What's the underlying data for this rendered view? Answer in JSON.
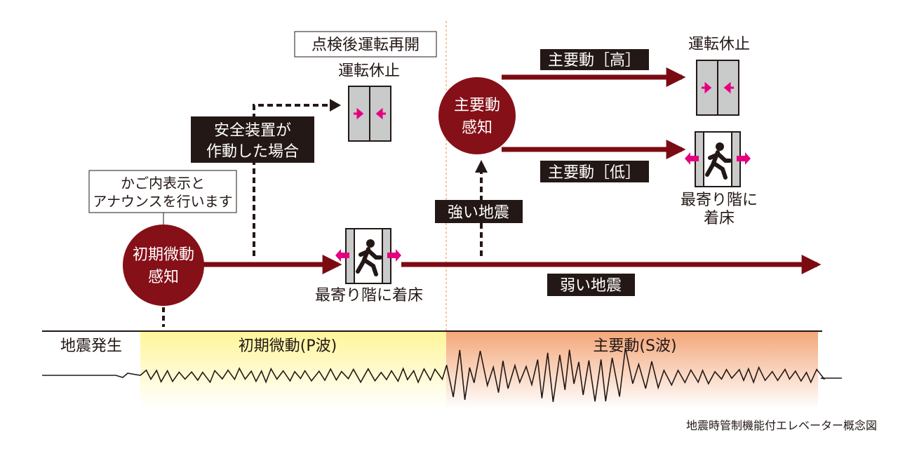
{
  "colors": {
    "arrow": "#7b0b12",
    "circle": "#861018",
    "pink": "#e4007f",
    "label_bg": "#231815",
    "p_wave": "#fff59a",
    "s_wave": "#f3a77a",
    "guide": "#f0a060"
  },
  "timeline": {
    "start": "地震発生",
    "p_wave": "初期微動(P波)",
    "s_wave": "主要動(S波)"
  },
  "caption": "地震時管制機能付エレベーター概念図",
  "p_detect": {
    "line1": "初期微動",
    "line2": "感知"
  },
  "announce": {
    "line1": "かご内表示と",
    "line2": "アナウンスを行います"
  },
  "safety": {
    "line1": "安全装置が",
    "line2": "作動した場合"
  },
  "restart": "点検後運転再開",
  "stop1": "運転休止",
  "land1": "最寄り階に着床",
  "weak": "弱い地震",
  "strong": "強い地震",
  "s_detect": {
    "line1": "主要動",
    "line2": "感知"
  },
  "s_high": "主要動［高］",
  "s_low": "主要動［低］",
  "stop2": "運転休止",
  "land2": {
    "line1": "最寄り階に",
    "line2": "着床"
  }
}
